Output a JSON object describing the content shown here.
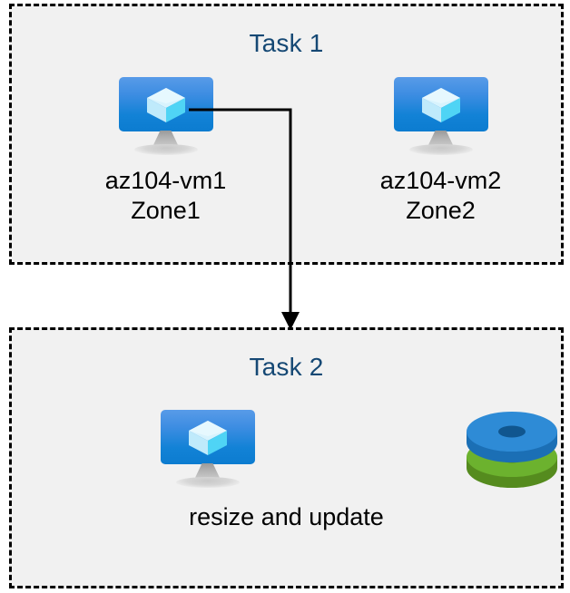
{
  "diagram": {
    "title_color": "#154874",
    "box_background": "#f1f1f1",
    "border_color": "#000000",
    "connector_color": "#000000"
  },
  "task1": {
    "title": "Task 1",
    "nodes": [
      {
        "icon": "virtual-machine-icon",
        "label": "az104-vm1\nZone1",
        "name": "az104-vm1",
        "zone": "Zone1"
      },
      {
        "icon": "virtual-machine-icon",
        "label": "az104-vm2\nZone2",
        "name": "az104-vm2",
        "zone": "Zone2"
      }
    ]
  },
  "task2": {
    "title": "Task 2",
    "icons": [
      "virtual-machine-icon",
      "managed-disks-icon"
    ],
    "label": "resize and update"
  },
  "connector": {
    "from": "az104-vm1",
    "to": "Task 2",
    "style": "elbow-arrow"
  },
  "colors": {
    "vm_screen_top": "#589BE8",
    "vm_screen_bottom": "#0C7CD0",
    "vm_cube_light": "#D6F2FC",
    "vm_cube_cyan": "#50D6F5",
    "disk_blue": "#2E8BD6",
    "disk_green": "#6CB22E"
  }
}
